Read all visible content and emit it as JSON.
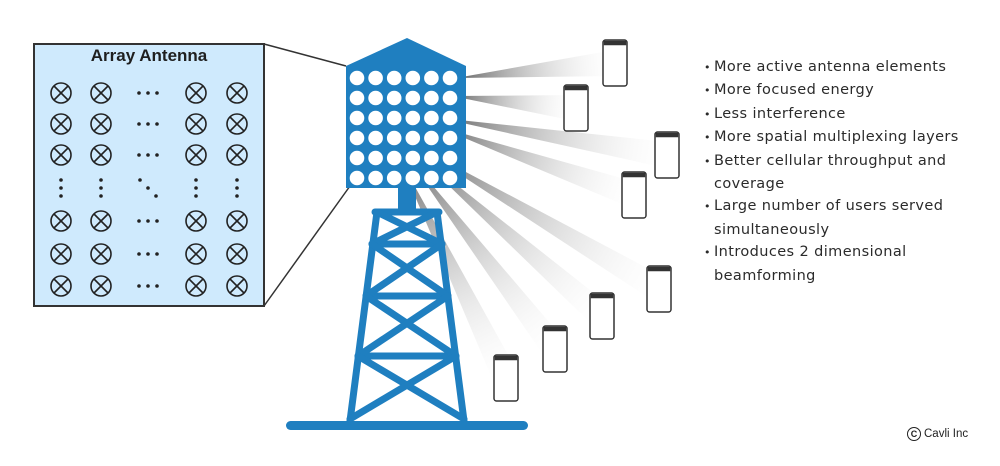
{
  "panel": {
    "title": "Array Antenna"
  },
  "features": [
    "More active antenna elements",
    "More focused energy",
    "Less interference",
    "More spatial multiplexing layers",
    "Better cellular throughput and coverage",
    "Large number of users served simultaneously",
    "Introduces 2 dimensional beamforming"
  ],
  "copyright": {
    "text": "Cavli Inc",
    "icon": "copyright-icon"
  },
  "icons": {
    "element": "antenna-element-icon",
    "device": "smartphone-icon",
    "tower": "cell-tower-icon"
  },
  "colors": {
    "tower_blue": "#1f7fc0",
    "panel_fill": "#cfeafd",
    "panel_border": "#333333",
    "beam_grey": "#8a8a8a"
  }
}
